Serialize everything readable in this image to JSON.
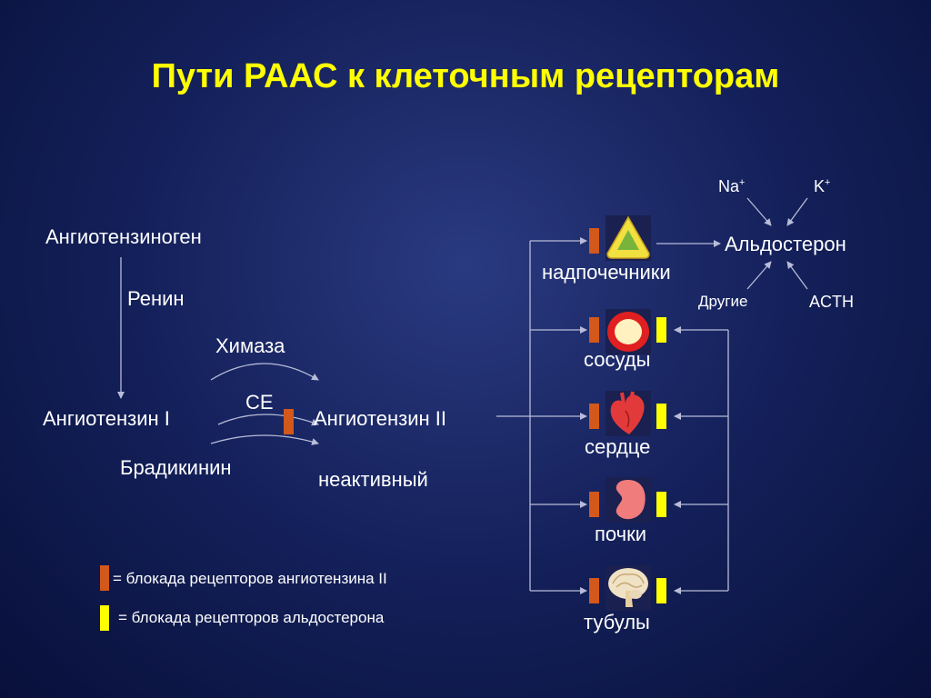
{
  "title": "Пути РААС к клеточным рецепторам",
  "pathway": {
    "angiotensinogen": "Ангиотензиноген",
    "renin": "Ренин",
    "chymase": "Химаза",
    "ace": "CE",
    "angiotensin_i": "Ангиотензин I",
    "angiotensin_ii": "Ангиотензин II",
    "bradykinin": "Брадикинин",
    "inactive": "неактивный"
  },
  "aldosterone_inputs": {
    "na": "Na",
    "na_charge": "+",
    "k": "K",
    "k_charge": "+",
    "aldosterone": "Альдостерон",
    "other": "Другие",
    "acth": "ACTH"
  },
  "organs": [
    {
      "label": "надпочечники",
      "icon": "adrenal-icon"
    },
    {
      "label": "сосуды",
      "icon": "vessel-icon"
    },
    {
      "label": "сердце",
      "icon": "heart-icon"
    },
    {
      "label": "почки",
      "icon": "kidney-icon"
    },
    {
      "label": "тубулы",
      "icon": "brain-icon"
    }
  ],
  "legend": {
    "at2_block": "= блокада рецепторов ангиотензина II",
    "aldo_block": "= блокада рецепторов альдостерона"
  },
  "colors": {
    "background": "#14205a",
    "title": "#ffff00",
    "at2_blocker": "#d2581c",
    "aldosterone_blocker": "#ffff00",
    "arrow": "#b8bcd8"
  }
}
